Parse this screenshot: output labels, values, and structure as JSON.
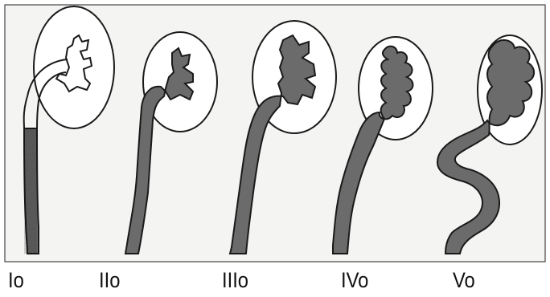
{
  "figure": {
    "fill_color": "#6b6b6b",
    "outline_color": "#1a1a1a",
    "background_color": "#f4f4f2",
    "frame_color": "#444444"
  },
  "grades": [
    {
      "label": "Io"
    },
    {
      "label": "IIo"
    },
    {
      "label": "IIIo"
    },
    {
      "label": "IVo"
    },
    {
      "label": "Vo"
    }
  ]
}
